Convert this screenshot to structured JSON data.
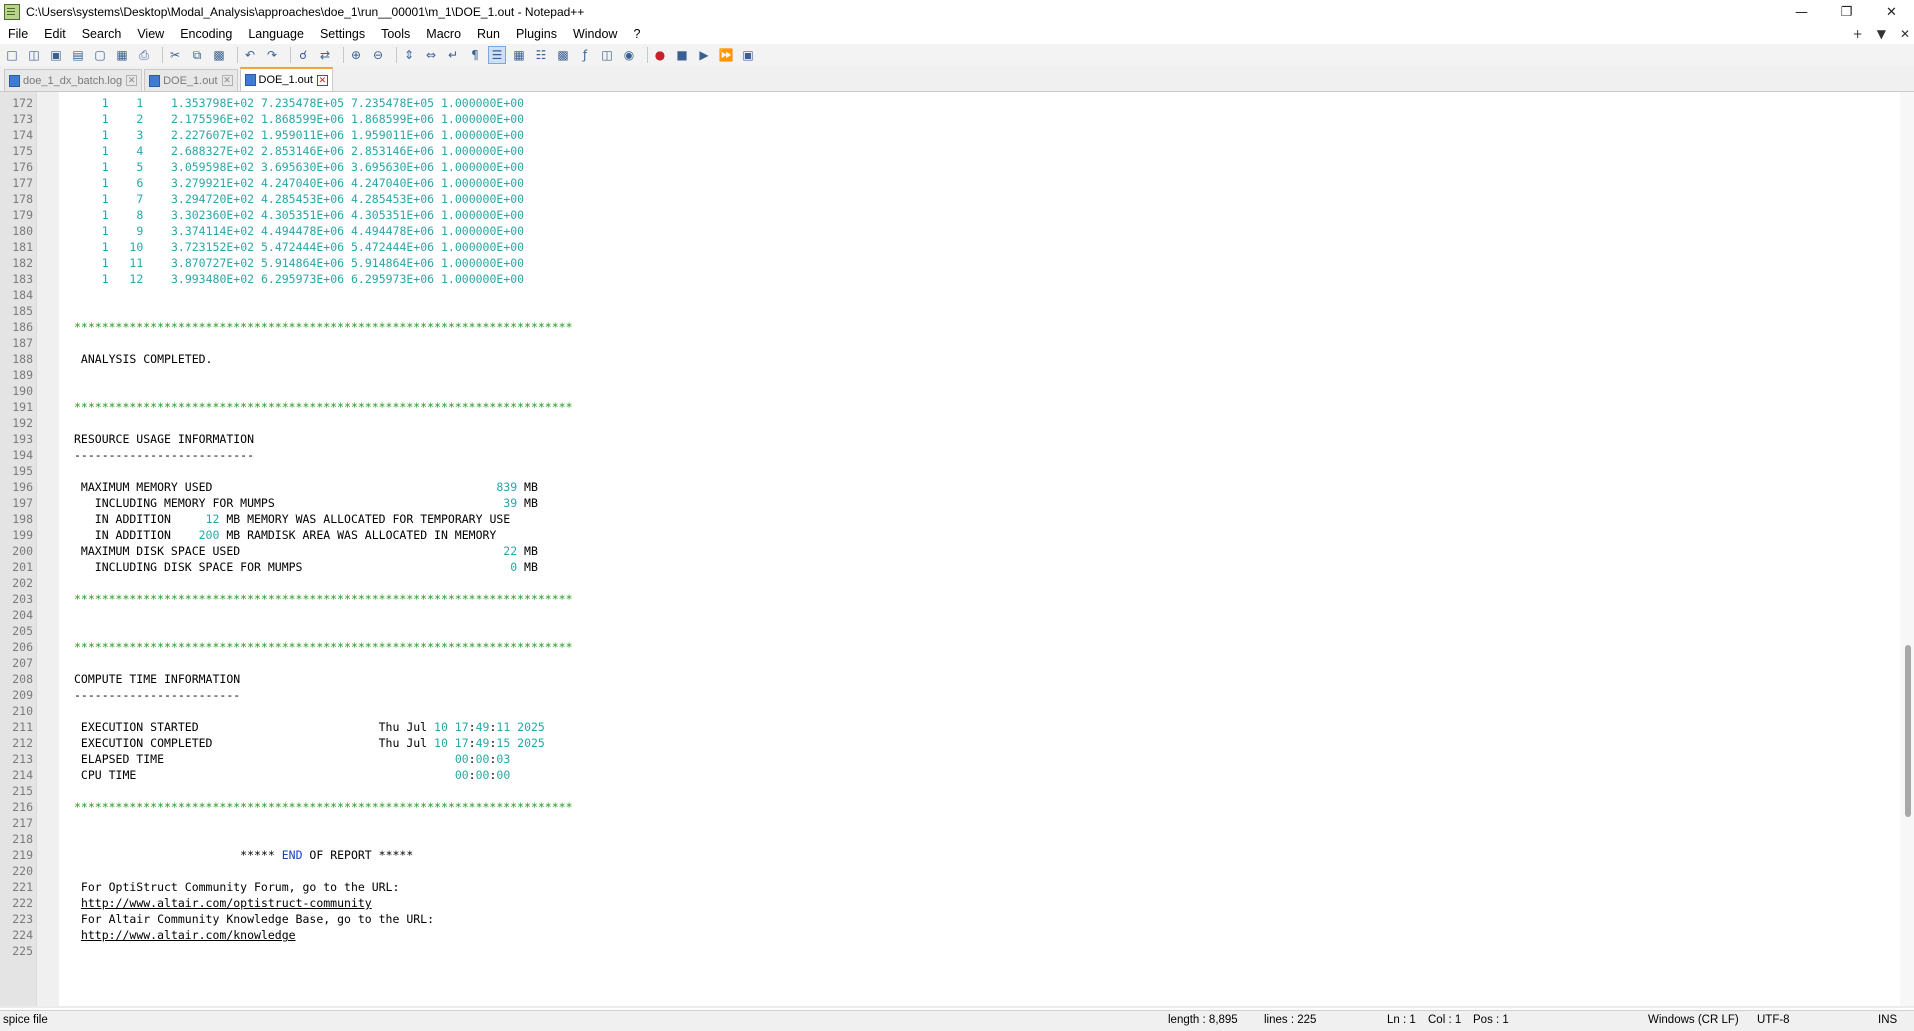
{
  "window": {
    "title": "C:\\Users\\systems\\Desktop\\Modal_Analysis\\approaches\\doe_1\\run__00001\\m_1\\DOE_1.out - Notepad++"
  },
  "menu": [
    "File",
    "Edit",
    "Search",
    "View",
    "Encoding",
    "Language",
    "Settings",
    "Tools",
    "Macro",
    "Run",
    "Plugins",
    "Window",
    "?"
  ],
  "tabs": [
    {
      "label": "doe_1_dx_batch.log",
      "active": false
    },
    {
      "label": "DOE_1.out",
      "active": false
    },
    {
      "label": "DOE_1.out",
      "active": true
    }
  ],
  "editor": {
    "lines": [
      {
        "n": "172",
        "parts": [
          {
            "t": "    "
          },
          {
            "t": "1",
            "c": "num"
          },
          {
            "t": "    "
          },
          {
            "t": "1",
            "c": "num"
          },
          {
            "t": "    "
          },
          {
            "t": "1.353798E+02 7.235478E+05 7.235478E+05 1.000000E+00",
            "c": "num"
          }
        ]
      },
      {
        "n": "173",
        "parts": [
          {
            "t": "    "
          },
          {
            "t": "1",
            "c": "num"
          },
          {
            "t": "    "
          },
          {
            "t": "2",
            "c": "num"
          },
          {
            "t": "    "
          },
          {
            "t": "2.175596E+02 1.868599E+06 1.868599E+06 1.000000E+00",
            "c": "num"
          }
        ]
      },
      {
        "n": "174",
        "parts": [
          {
            "t": "    "
          },
          {
            "t": "1",
            "c": "num"
          },
          {
            "t": "    "
          },
          {
            "t": "3",
            "c": "num"
          },
          {
            "t": "    "
          },
          {
            "t": "2.227607E+02 1.959011E+06 1.959011E+06 1.000000E+00",
            "c": "num"
          }
        ]
      },
      {
        "n": "175",
        "parts": [
          {
            "t": "    "
          },
          {
            "t": "1",
            "c": "num"
          },
          {
            "t": "    "
          },
          {
            "t": "4",
            "c": "num"
          },
          {
            "t": "    "
          },
          {
            "t": "2.688327E+02 2.853146E+06 2.853146E+06 1.000000E+00",
            "c": "num"
          }
        ]
      },
      {
        "n": "176",
        "parts": [
          {
            "t": "    "
          },
          {
            "t": "1",
            "c": "num"
          },
          {
            "t": "    "
          },
          {
            "t": "5",
            "c": "num"
          },
          {
            "t": "    "
          },
          {
            "t": "3.059598E+02 3.695630E+06 3.695630E+06 1.000000E+00",
            "c": "num"
          }
        ]
      },
      {
        "n": "177",
        "parts": [
          {
            "t": "    "
          },
          {
            "t": "1",
            "c": "num"
          },
          {
            "t": "    "
          },
          {
            "t": "6",
            "c": "num"
          },
          {
            "t": "    "
          },
          {
            "t": "3.279921E+02 4.247040E+06 4.247040E+06 1.000000E+00",
            "c": "num"
          }
        ]
      },
      {
        "n": "178",
        "parts": [
          {
            "t": "    "
          },
          {
            "t": "1",
            "c": "num"
          },
          {
            "t": "    "
          },
          {
            "t": "7",
            "c": "num"
          },
          {
            "t": "    "
          },
          {
            "t": "3.294720E+02 4.285453E+06 4.285453E+06 1.000000E+00",
            "c": "num"
          }
        ]
      },
      {
        "n": "179",
        "parts": [
          {
            "t": "    "
          },
          {
            "t": "1",
            "c": "num"
          },
          {
            "t": "    "
          },
          {
            "t": "8",
            "c": "num"
          },
          {
            "t": "    "
          },
          {
            "t": "3.302360E+02 4.305351E+06 4.305351E+06 1.000000E+00",
            "c": "num"
          }
        ]
      },
      {
        "n": "180",
        "parts": [
          {
            "t": "    "
          },
          {
            "t": "1",
            "c": "num"
          },
          {
            "t": "    "
          },
          {
            "t": "9",
            "c": "num"
          },
          {
            "t": "    "
          },
          {
            "t": "3.374114E+02 4.494478E+06 4.494478E+06 1.000000E+00",
            "c": "num"
          }
        ]
      },
      {
        "n": "181",
        "parts": [
          {
            "t": "    "
          },
          {
            "t": "1",
            "c": "num"
          },
          {
            "t": "   "
          },
          {
            "t": "10",
            "c": "num"
          },
          {
            "t": "    "
          },
          {
            "t": "3.723152E+02 5.472444E+06 5.472444E+06 1.000000E+00",
            "c": "num"
          }
        ]
      },
      {
        "n": "182",
        "parts": [
          {
            "t": "    "
          },
          {
            "t": "1",
            "c": "num"
          },
          {
            "t": "   "
          },
          {
            "t": "11",
            "c": "num"
          },
          {
            "t": "    "
          },
          {
            "t": "3.870727E+02 5.914864E+06 5.914864E+06 1.000000E+00",
            "c": "num"
          }
        ]
      },
      {
        "n": "183",
        "parts": [
          {
            "t": "    "
          },
          {
            "t": "1",
            "c": "num"
          },
          {
            "t": "   "
          },
          {
            "t": "12",
            "c": "num"
          },
          {
            "t": "    "
          },
          {
            "t": "3.993480E+02 6.295973E+06 6.295973E+06 1.000000E+00",
            "c": "num"
          }
        ]
      },
      {
        "n": "184",
        "parts": []
      },
      {
        "n": "185",
        "parts": []
      },
      {
        "n": "186",
        "parts": [
          {
            "t": "************************************************************************",
            "c": "stars"
          }
        ]
      },
      {
        "n": "187",
        "parts": []
      },
      {
        "n": "188",
        "parts": [
          {
            "t": " ANALYSIS COMPLETED."
          }
        ]
      },
      {
        "n": "189",
        "parts": []
      },
      {
        "n": "190",
        "parts": []
      },
      {
        "n": "191",
        "parts": [
          {
            "t": "************************************************************************",
            "c": "stars"
          }
        ]
      },
      {
        "n": "192",
        "parts": []
      },
      {
        "n": "193",
        "parts": [
          {
            "t": "RESOURCE USAGE INFORMATION"
          }
        ]
      },
      {
        "n": "194",
        "parts": [
          {
            "t": "--------------------------"
          }
        ]
      },
      {
        "n": "195",
        "parts": []
      },
      {
        "n": "196",
        "parts": [
          {
            "t": " MAXIMUM MEMORY USED                                         "
          },
          {
            "t": "839",
            "c": "num"
          },
          {
            "t": " MB"
          }
        ]
      },
      {
        "n": "197",
        "parts": [
          {
            "t": "   INCLUDING MEMORY FOR MUMPS                                 "
          },
          {
            "t": "39",
            "c": "num"
          },
          {
            "t": " MB"
          }
        ]
      },
      {
        "n": "198",
        "parts": [
          {
            "t": "   IN ADDITION     "
          },
          {
            "t": "12",
            "c": "num"
          },
          {
            "t": " MB MEMORY WAS ALLOCATED FOR TEMPORARY USE"
          }
        ]
      },
      {
        "n": "199",
        "parts": [
          {
            "t": "   IN ADDITION    "
          },
          {
            "t": "200",
            "c": "num"
          },
          {
            "t": " MB RAMDISK AREA WAS ALLOCATED IN MEMORY"
          }
        ]
      },
      {
        "n": "200",
        "parts": [
          {
            "t": " MAXIMUM DISK SPACE USED                                      "
          },
          {
            "t": "22",
            "c": "num"
          },
          {
            "t": " MB"
          }
        ]
      },
      {
        "n": "201",
        "parts": [
          {
            "t": "   INCLUDING DISK SPACE FOR MUMPS                              "
          },
          {
            "t": "0",
            "c": "num"
          },
          {
            "t": " MB"
          }
        ]
      },
      {
        "n": "202",
        "parts": []
      },
      {
        "n": "203",
        "parts": [
          {
            "t": "************************************************************************",
            "c": "stars"
          }
        ]
      },
      {
        "n": "204",
        "parts": []
      },
      {
        "n": "205",
        "parts": []
      },
      {
        "n": "206",
        "parts": [
          {
            "t": "************************************************************************",
            "c": "stars"
          }
        ]
      },
      {
        "n": "207",
        "parts": []
      },
      {
        "n": "208",
        "parts": [
          {
            "t": "COMPUTE TIME INFORMATION"
          }
        ]
      },
      {
        "n": "209",
        "parts": [
          {
            "t": "------------------------"
          }
        ]
      },
      {
        "n": "210",
        "parts": []
      },
      {
        "n": "211",
        "parts": [
          {
            "t": " EXECUTION STARTED                          Thu Jul "
          },
          {
            "t": "10 17",
            "c": "num"
          },
          {
            "t": ":"
          },
          {
            "t": "49",
            "c": "num"
          },
          {
            "t": ":"
          },
          {
            "t": "11 2025",
            "c": "num"
          }
        ]
      },
      {
        "n": "212",
        "parts": [
          {
            "t": " EXECUTION COMPLETED                        Thu Jul "
          },
          {
            "t": "10 17",
            "c": "num"
          },
          {
            "t": ":"
          },
          {
            "t": "49",
            "c": "num"
          },
          {
            "t": ":"
          },
          {
            "t": "15 2025",
            "c": "num"
          }
        ]
      },
      {
        "n": "213",
        "parts": [
          {
            "t": " ELAPSED TIME                                          "
          },
          {
            "t": "00",
            "c": "num"
          },
          {
            "t": ":"
          },
          {
            "t": "00",
            "c": "num"
          },
          {
            "t": ":"
          },
          {
            "t": "03",
            "c": "num"
          }
        ]
      },
      {
        "n": "214",
        "parts": [
          {
            "t": " CPU TIME                                              "
          },
          {
            "t": "00",
            "c": "num"
          },
          {
            "t": ":"
          },
          {
            "t": "00",
            "c": "num"
          },
          {
            "t": ":"
          },
          {
            "t": "00",
            "c": "num"
          }
        ]
      },
      {
        "n": "215",
        "parts": []
      },
      {
        "n": "216",
        "parts": [
          {
            "t": "************************************************************************",
            "c": "stars"
          }
        ]
      },
      {
        "n": "217",
        "parts": []
      },
      {
        "n": "218",
        "parts": []
      },
      {
        "n": "219",
        "parts": [
          {
            "t": "                        ***** "
          },
          {
            "t": "END",
            "c": "kw"
          },
          {
            "t": " OF REPORT *****"
          }
        ]
      },
      {
        "n": "220",
        "parts": []
      },
      {
        "n": "221",
        "parts": [
          {
            "t": " For OptiStruct Community Forum, go to the URL:"
          }
        ]
      },
      {
        "n": "222",
        "parts": [
          {
            "t": " "
          },
          {
            "t": "http://www.altair.com/optistruct-community",
            "c": "url"
          }
        ]
      },
      {
        "n": "223",
        "parts": [
          {
            "t": " For Altair Community Knowledge Base, go to the URL:"
          }
        ]
      },
      {
        "n": "224",
        "parts": [
          {
            "t": " "
          },
          {
            "t": "http://www.altair.com/knowledge",
            "c": "url"
          }
        ]
      },
      {
        "n": "225",
        "parts": []
      }
    ]
  },
  "status": {
    "file_type": "spice file",
    "length": "length : 8,895",
    "lines": "lines : 225",
    "ln": "Ln : 1",
    "col": "Col : 1",
    "pos": "Pos : 1",
    "eol": "Windows (CR LF)",
    "encoding": "UTF-8",
    "mode": "INS"
  }
}
